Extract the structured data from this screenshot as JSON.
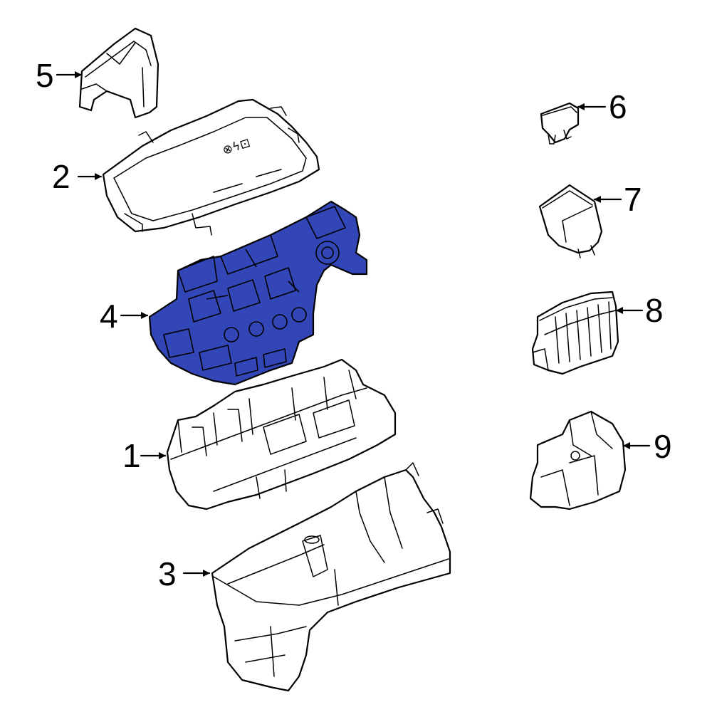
{
  "diagram": {
    "highlight_color": "#3346b8",
    "callouts": [
      {
        "id": "1",
        "label": "1"
      },
      {
        "id": "2",
        "label": "2"
      },
      {
        "id": "3",
        "label": "3"
      },
      {
        "id": "4",
        "label": "4"
      },
      {
        "id": "5",
        "label": "5"
      },
      {
        "id": "6",
        "label": "6"
      },
      {
        "id": "7",
        "label": "7"
      },
      {
        "id": "8",
        "label": "8"
      },
      {
        "id": "9",
        "label": "9"
      }
    ],
    "cover_symbols": "⊗ϟ⊡"
  }
}
